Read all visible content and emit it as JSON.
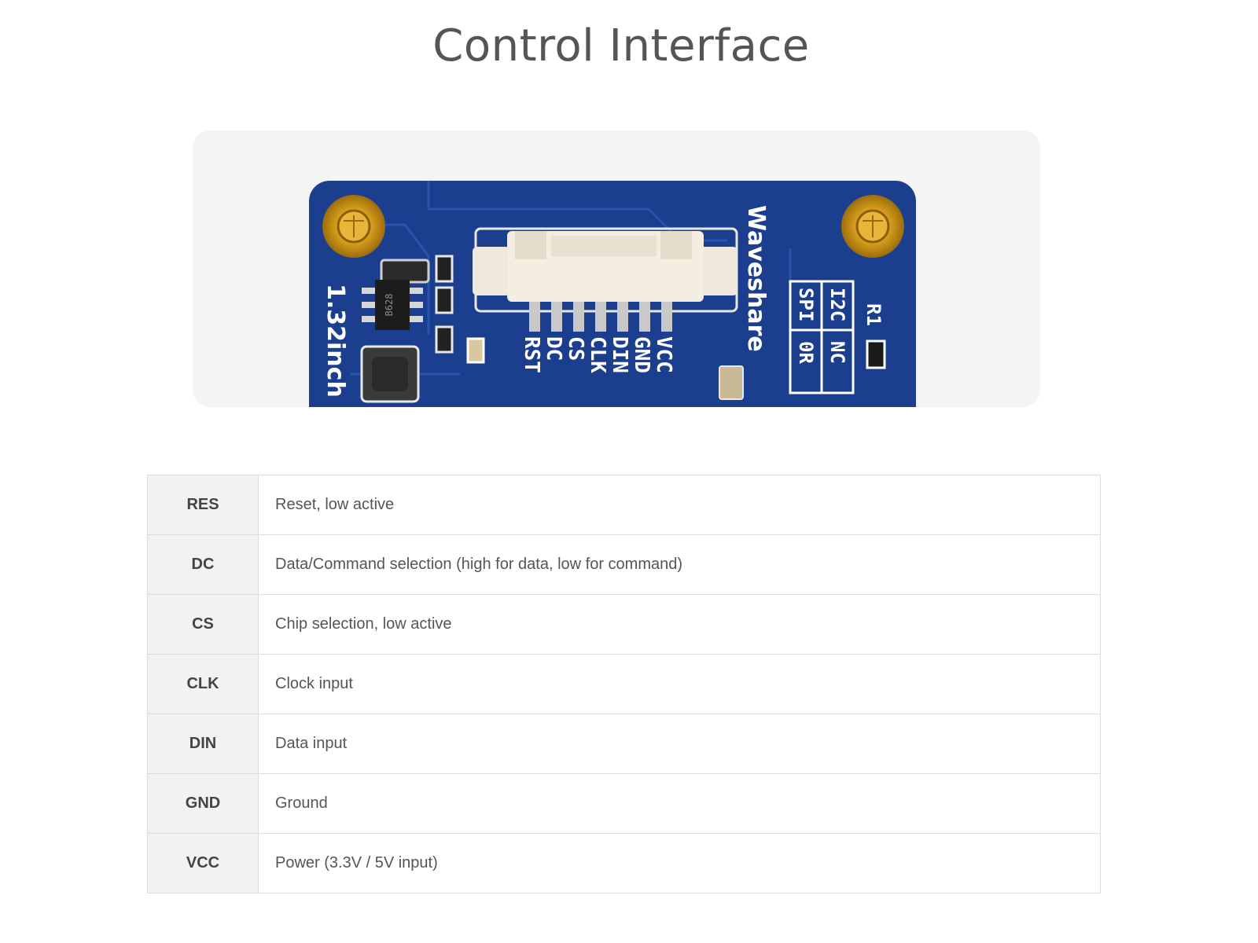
{
  "page": {
    "title": "Control Interface"
  },
  "board_image": {
    "brand": "Waveshare",
    "size_label": "1.32inch",
    "chip_label": "B628",
    "pin_labels": [
      "RST",
      "DC",
      "CS",
      "CLK",
      "DIN",
      "GND",
      "VCC"
    ],
    "config_labels": [
      "SPI",
      "I2C",
      "0R",
      "NC",
      "R1"
    ],
    "colors": {
      "pcb": "#1b3f8e",
      "pcb_trace": "#284fa3",
      "silkscreen": "#ffffff",
      "gold": "#d4a020",
      "connector": "#efe8dc"
    }
  },
  "pin_table": {
    "rows": [
      {
        "pin": "RES",
        "description": "Reset, low active"
      },
      {
        "pin": "DC",
        "description": "Data/Command selection (high for data, low for command)"
      },
      {
        "pin": "CS",
        "description": "Chip selection, low active"
      },
      {
        "pin": "CLK",
        "description": "Clock input"
      },
      {
        "pin": "DIN",
        "description": "Data input"
      },
      {
        "pin": "GND",
        "description": "Ground"
      },
      {
        "pin": "VCC",
        "description": "Power (3.3V / 5V input)"
      }
    ]
  }
}
